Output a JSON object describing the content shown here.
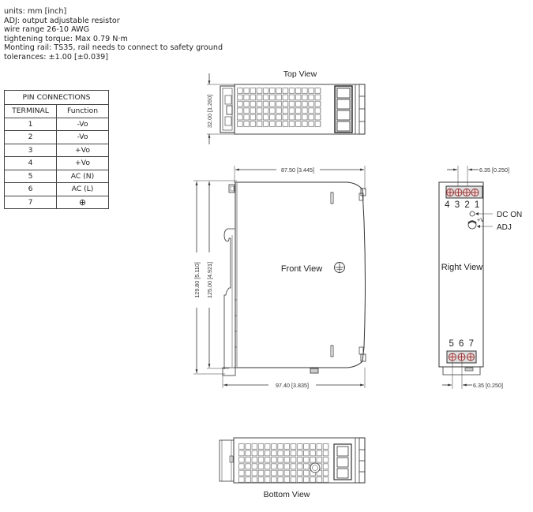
{
  "notes": [
    "units: mm [inch]",
    "ADJ: output adjustable resistor",
    "wire range 26-10 AWG",
    "tightening torque: Max 0.79 N·m",
    "Monting rail: TS35, rail needs to connect to safety ground",
    "tolerances: ±1.00 [±0.039]"
  ],
  "pin_table": {
    "title": "PIN CONNECTIONS",
    "headers": [
      "TERMINAL",
      "Function"
    ],
    "rows": [
      {
        "terminal": "1",
        "function": "-Vo"
      },
      {
        "terminal": "2",
        "function": "-Vo"
      },
      {
        "terminal": "3",
        "function": "+Vo"
      },
      {
        "terminal": "4",
        "function": "+Vo"
      },
      {
        "terminal": "5",
        "function": "AC (N)"
      },
      {
        "terminal": "6",
        "function": "AC (L)"
      },
      {
        "terminal": "7",
        "function": "⊕",
        "icon": "ground-icon"
      }
    ]
  },
  "views": {
    "top": {
      "label": "Top View",
      "height_dim": "32.00 [1.260]"
    },
    "front": {
      "label": "Front View",
      "width_dim": "87.50 [3.445]",
      "bottom_width_dim": "97.40 [3.835]",
      "height_dim_outer": "129.80 [5.110]",
      "height_dim_inner": "125.00 [4.921]"
    },
    "right": {
      "label": "Right View",
      "top_pitch_dim": "6.35 [0.250]",
      "bottom_pitch_dim": "6.35 [0.250]",
      "top_terminal_numbers": "4 3 2 1",
      "bottom_terminal_numbers": "5 6 7",
      "dc_on_label": "DC ON",
      "adj_label": "ADJ",
      "adj_marker": "+V"
    },
    "bottom": {
      "label": "Bottom View"
    }
  }
}
